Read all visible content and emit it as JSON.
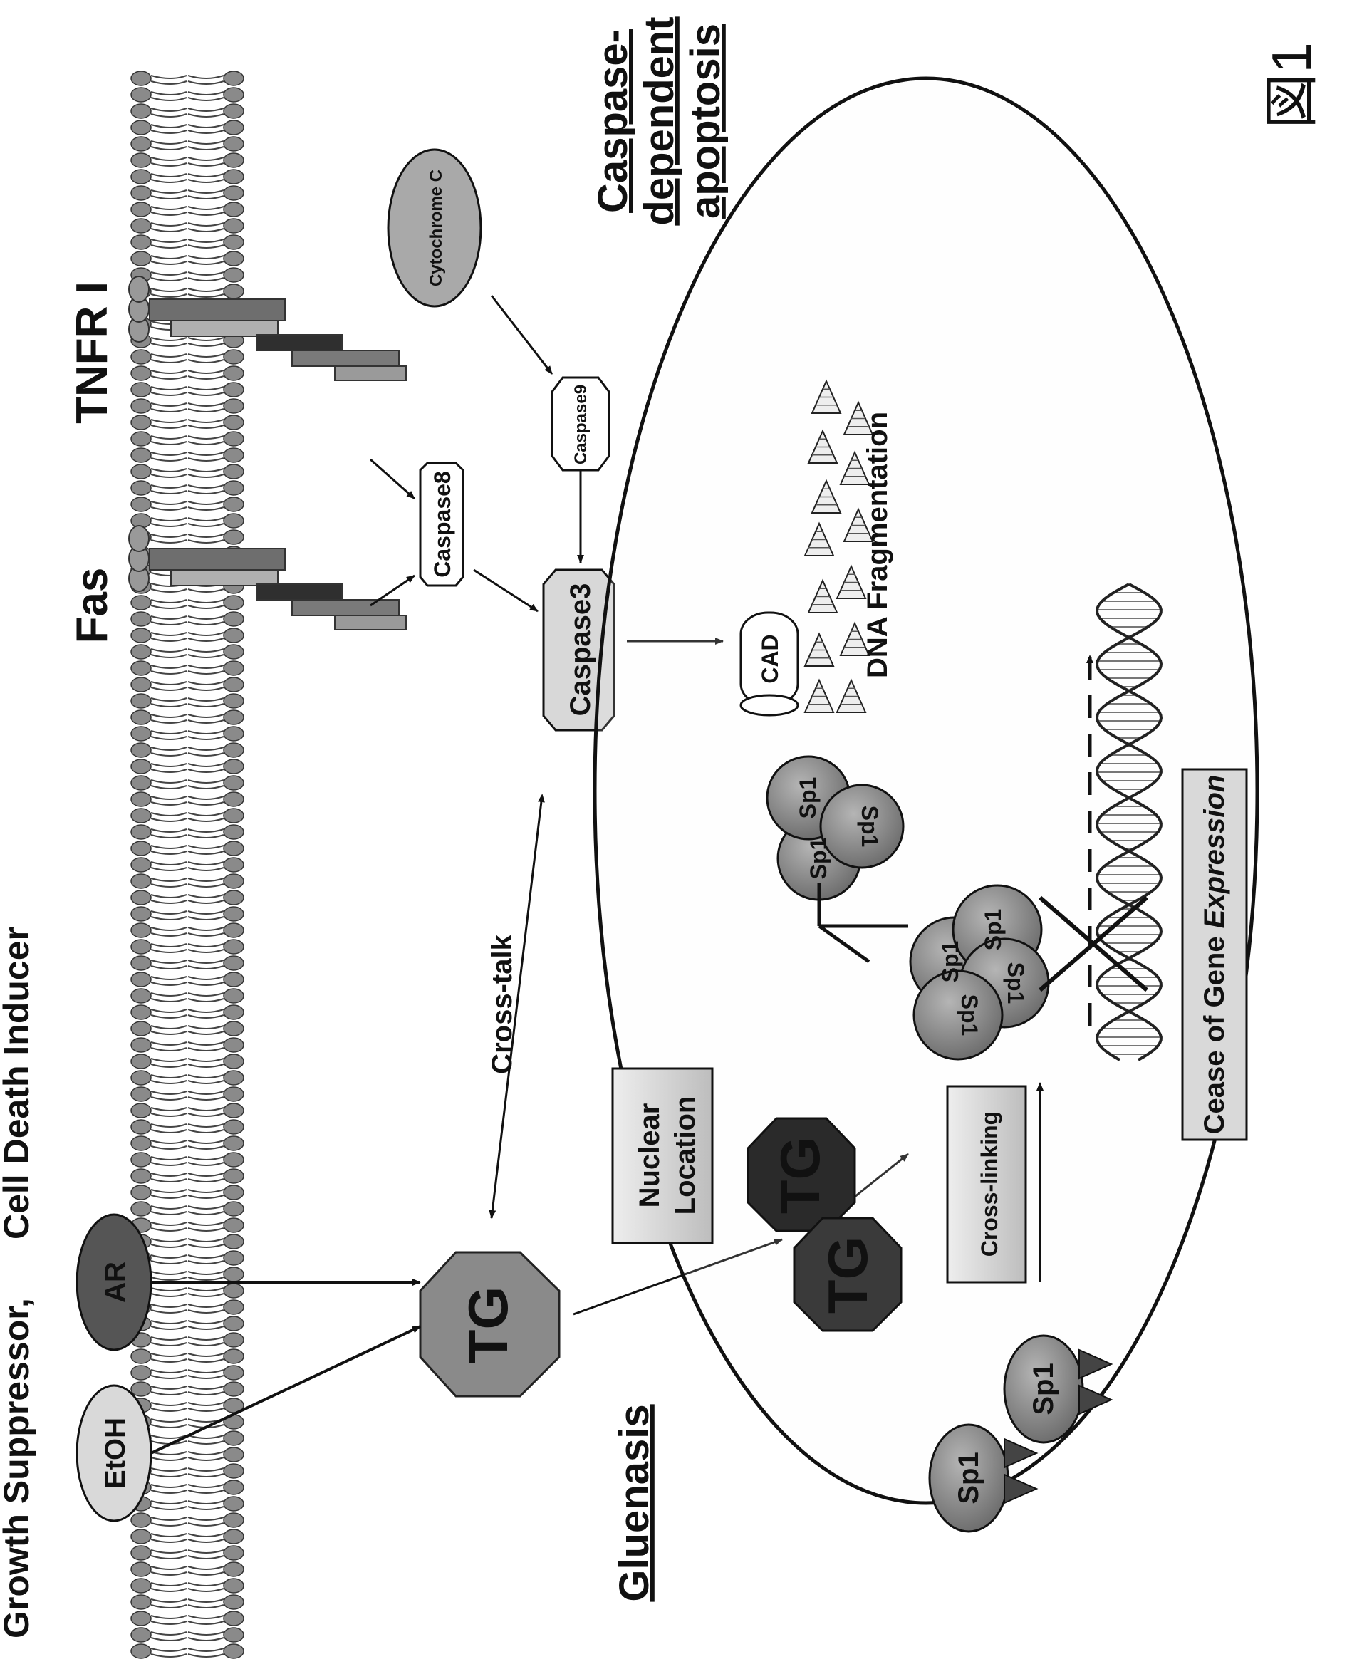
{
  "header": {
    "growth_suppressor": "Growth Suppressor,",
    "cell_death_inducer": "Cell Death Inducer"
  },
  "receptors": {
    "fas": "Fas",
    "tnfr": "TNFR I"
  },
  "sections": {
    "caspase_line1": "Caspase-",
    "caspase_line2": "dependent",
    "caspase_line3": "apoptosis",
    "gluenasis": "Gluenasis"
  },
  "figure_label": "図1",
  "nodes": {
    "etoh": "EtOH",
    "ar": "AR",
    "tg": "TG",
    "tg_dimer_1": "TG",
    "tg_dimer_2": "TG",
    "cytochrome": "Cytochrome C",
    "caspase8": "Caspase8",
    "caspase9": "Caspase9",
    "caspase3": "Caspase3",
    "cad": "CAD",
    "nuclear_line1": "Nuclear",
    "nuclear_line2": "Location",
    "cross_talk": "Cross-talk",
    "cross_linking": "Cross-linking",
    "dna_fragmentation": "DNA Fragmentation",
    "sp1": "Sp1",
    "cease_prefix": "Cease of Gene ",
    "cease_italic": "Expression"
  },
  "colors": {
    "membrane": "#7a7a7a",
    "node_fill": "#8c8c8c",
    "dark_node": "#4a4a4a",
    "light_node": "#d6d6d6",
    "stroke": "#111111"
  }
}
